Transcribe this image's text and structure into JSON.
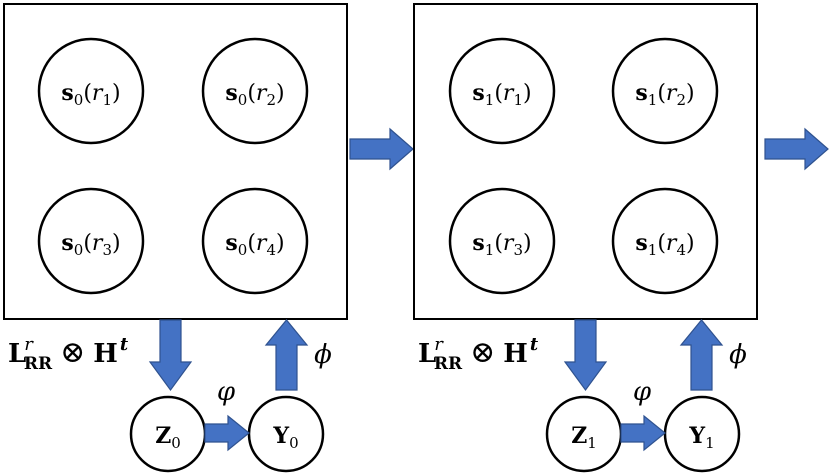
{
  "diagram": {
    "stages": [
      {
        "states": [
          {
            "sym": "s",
            "sub": "0",
            "arg": "r",
            "argsub": "1"
          },
          {
            "sym": "s",
            "sub": "0",
            "arg": "r",
            "argsub": "2"
          },
          {
            "sym": "s",
            "sub": "0",
            "arg": "r",
            "argsub": "3"
          },
          {
            "sym": "s",
            "sub": "0",
            "arg": "r",
            "argsub": "4"
          }
        ],
        "z": {
          "sym": "Z",
          "sub": "0"
        },
        "y": {
          "sym": "Y",
          "sub": "0"
        }
      },
      {
        "states": [
          {
            "sym": "s",
            "sub": "1",
            "arg": "r",
            "argsub": "1"
          },
          {
            "sym": "s",
            "sub": "1",
            "arg": "r",
            "argsub": "2"
          },
          {
            "sym": "s",
            "sub": "1",
            "arg": "r",
            "argsub": "3"
          },
          {
            "sym": "s",
            "sub": "1",
            "arg": "r",
            "argsub": "4"
          }
        ],
        "z": {
          "sym": "Z",
          "sub": "1"
        },
        "y": {
          "sym": "Y",
          "sub": "1"
        }
      }
    ],
    "operator": {
      "L": "L",
      "L_sup": "r",
      "L_sub": "RR",
      "otimes": "⊗",
      "H": "H",
      "H_sup": "t"
    },
    "phi_small": "φ",
    "phi_large": "ϕ",
    "colors": {
      "arrow_fill": "#4472C4",
      "arrow_stroke": "#2F528F",
      "stroke": "#000000"
    }
  }
}
